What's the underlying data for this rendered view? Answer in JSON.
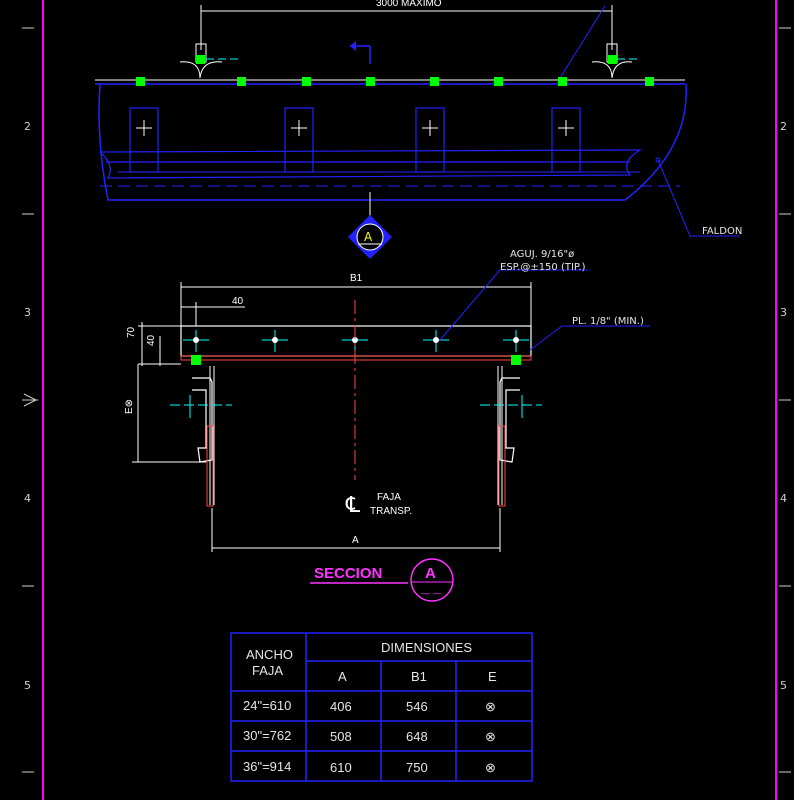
{
  "colors": {
    "background": "#000000",
    "frame": "#ff00ff",
    "structure": "#2222ff",
    "annotation": "#ffffff",
    "bolt": "#00ff00",
    "centerline": "#00ffff",
    "accent": "#ffff00",
    "section_title": "#ff33ff",
    "plate": "#ff4444"
  },
  "zone_markers": {
    "left": [
      "2",
      "3",
      "4",
      "5"
    ],
    "right": [
      "2",
      "3",
      "4",
      "5"
    ]
  },
  "top_view": {
    "spacing_label": "3000 MAXIMO",
    "skirt_label": "FALDON",
    "section_symbol": "A"
  },
  "section_view": {
    "width_label": "B1",
    "edge_offset_label": "40",
    "height_label": "70",
    "plate_edge_label": "40",
    "e_label": "E⊗",
    "hole_note_line1": "AGUJ. 9/16\"ø",
    "hole_note_line2": "ESP.@±150 (TIP.)",
    "plate_note": "PL. 1/8\" (MIN.)",
    "centerline_symbol": "℄",
    "belt_label_line1": "FAJA",
    "belt_label_line2": "TRANSP.",
    "bottom_dim_label": "A"
  },
  "section_title": {
    "text": "SECCION",
    "symbol": "A",
    "sub": "— —"
  },
  "table": {
    "col_header_1": "ANCHO",
    "col_header_1b": "FAJA",
    "group_header": "DIMENSIONES",
    "sub_headers": [
      "A",
      "B1",
      "E"
    ],
    "rows": [
      {
        "ancho": "24\"=610",
        "a": "406",
        "b1": "546",
        "e": "⊗"
      },
      {
        "ancho": "30\"=762",
        "a": "508",
        "b1": "648",
        "e": "⊗"
      },
      {
        "ancho": "36\"=914",
        "a": "610",
        "b1": "750",
        "e": "⊗"
      }
    ]
  }
}
